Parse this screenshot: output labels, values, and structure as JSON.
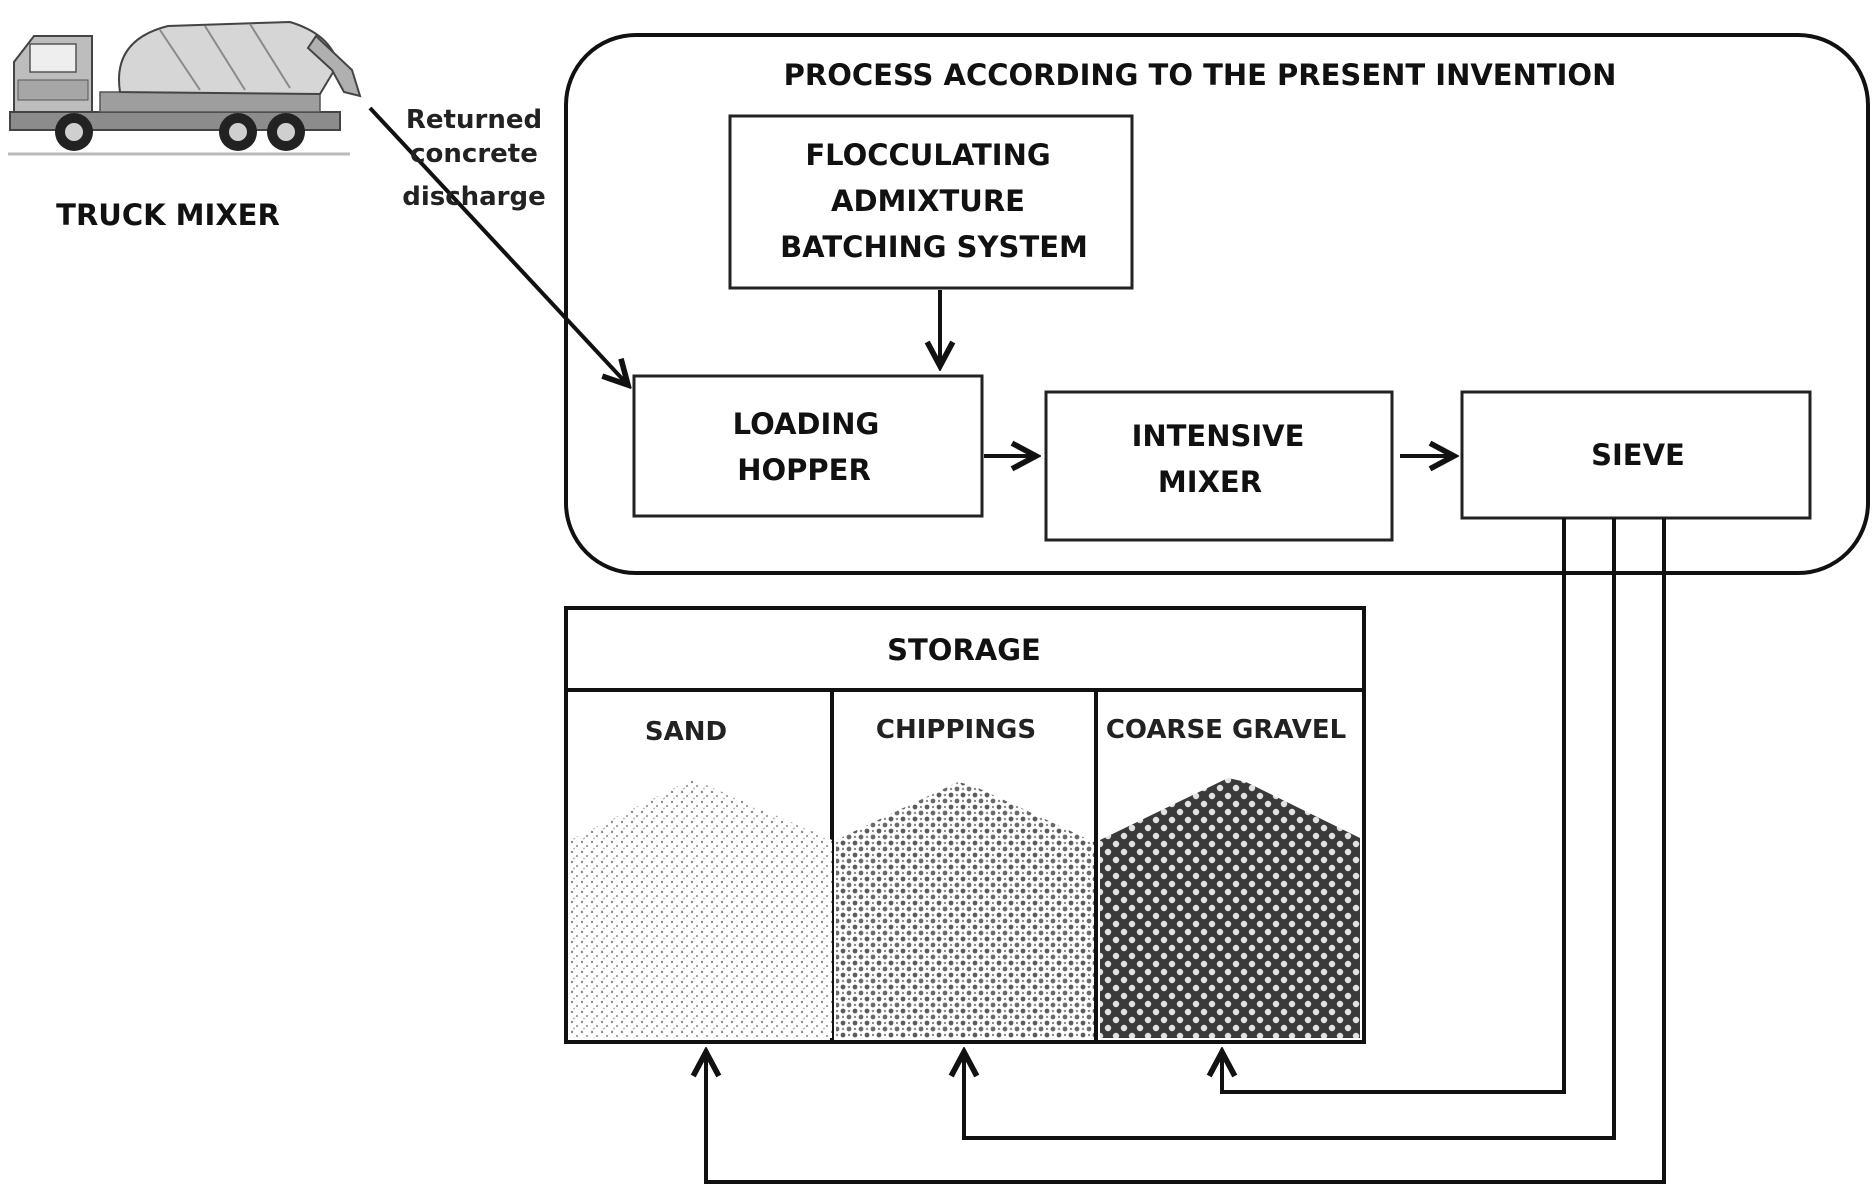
{
  "truck": {
    "label": "TRUCK MIXER",
    "icon": "truck-mixer-icon"
  },
  "discharge_label": {
    "line1": "Returned",
    "line2": "concrete",
    "line3": "discharge"
  },
  "process": {
    "title": "PROCESS ACCORDING TO THE PRESENT INVENTION",
    "flocculating": {
      "line1": "FLOCCULATING",
      "line2": "ADMIXTURE",
      "line3": "BATCHING SYSTEM"
    },
    "hopper": {
      "line1": "LOADING",
      "line2": "HOPPER"
    },
    "mixer": {
      "line1": "INTENSIVE",
      "line2": "MIXER"
    },
    "sieve": {
      "label": "SIEVE"
    }
  },
  "storage": {
    "title": "STORAGE",
    "bins": [
      {
        "label": "SAND"
      },
      {
        "label": "CHIPPINGS"
      },
      {
        "label": "COARSE GRAVEL"
      }
    ]
  },
  "colors": {
    "stroke": "#111111",
    "background": "#ffffff",
    "pile_light": "#9a9a9a",
    "pile_dark": "#3a3a3a"
  }
}
